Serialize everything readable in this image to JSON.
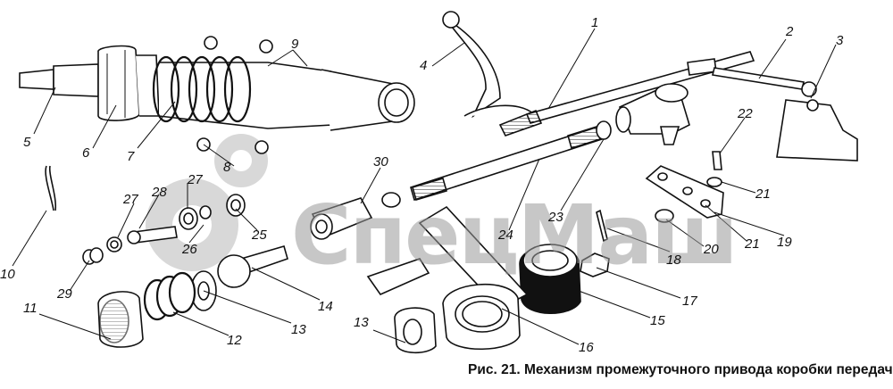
{
  "figure": {
    "caption": "Рис. 21. Механизм промежуточного привода коробки передач",
    "watermark": "СпецМаш",
    "callouts": [
      "1",
      "2",
      "3",
      "4",
      "5",
      "6",
      "7",
      "8",
      "9",
      "10",
      "11",
      "12",
      "13",
      "13",
      "14",
      "15",
      "16",
      "17",
      "18",
      "19",
      "20",
      "21",
      "21",
      "22",
      "23",
      "24",
      "25",
      "26",
      "27",
      "27",
      "28",
      "29",
      "30"
    ]
  }
}
